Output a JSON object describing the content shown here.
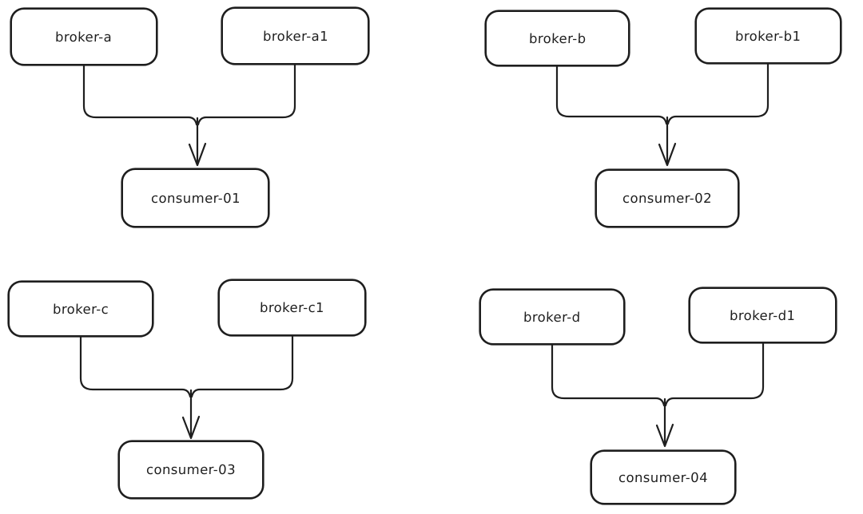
{
  "colors": {
    "stroke": "#1e1e1e",
    "bg": "#ffffff"
  },
  "diagram": {
    "type": "broker-consumer-topology",
    "groups": [
      {
        "brokers": [
          "broker-a",
          "broker-a1"
        ],
        "consumer": "consumer-01"
      },
      {
        "brokers": [
          "broker-b",
          "broker-b1"
        ],
        "consumer": "consumer-02"
      },
      {
        "brokers": [
          "broker-c",
          "broker-c1"
        ],
        "consumer": "consumer-03"
      },
      {
        "brokers": [
          "broker-d",
          "broker-d1"
        ],
        "consumer": "consumer-04"
      }
    ]
  }
}
